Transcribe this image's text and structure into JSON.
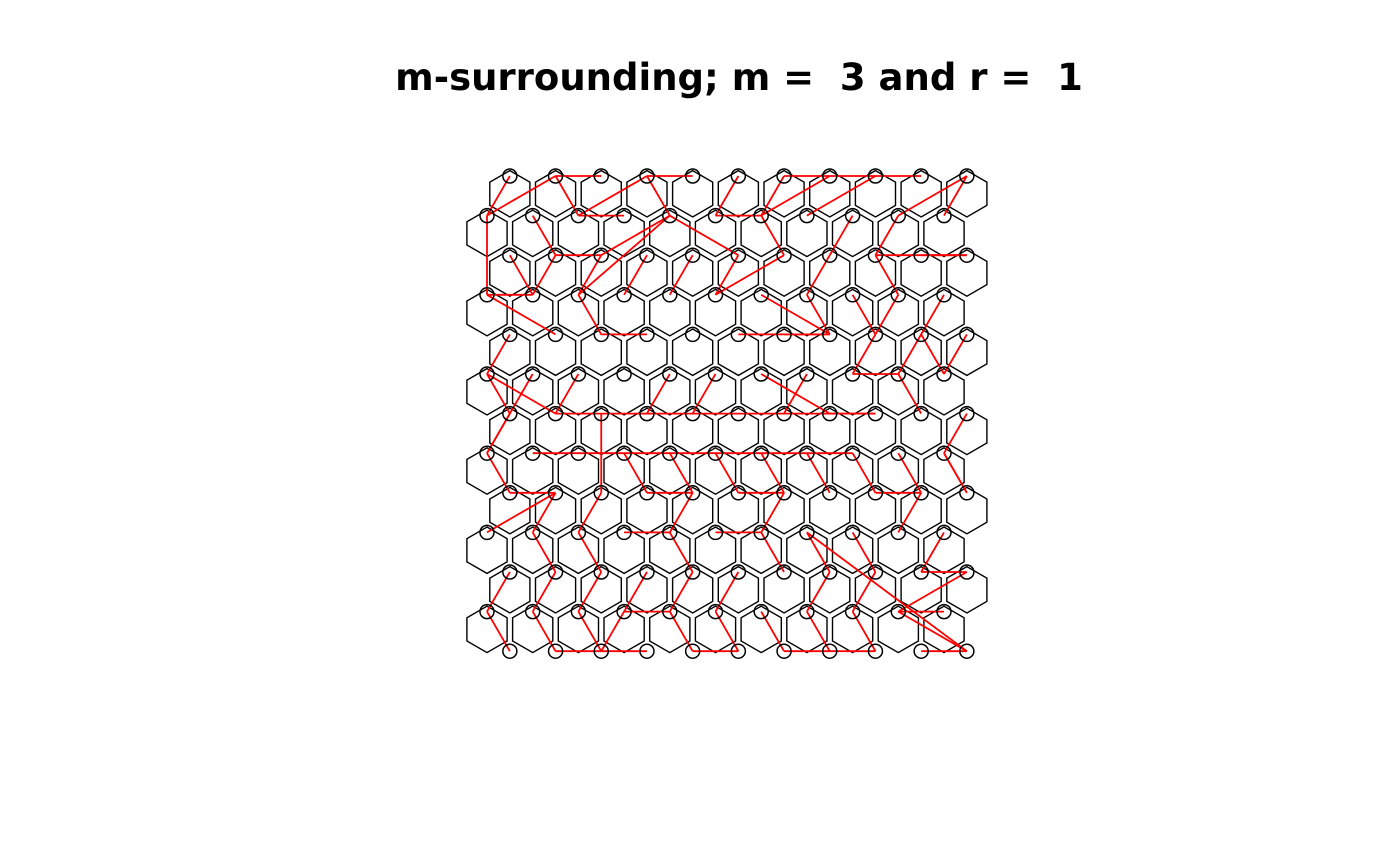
{
  "title": "m-surrounding; m =  3 and r =  1",
  "diagram": {
    "rows": 13,
    "cols": 11,
    "colors": {
      "hexagon": "#000000",
      "node": "#000000",
      "edge": "#ff0000"
    },
    "edges": [
      [
        [
          0,
          0
        ],
        [
          1,
          0
        ]
      ],
      [
        [
          0,
          1
        ],
        [
          1,
          0
        ]
      ],
      [
        [
          0,
          1
        ],
        [
          0,
          2
        ]
      ],
      [
        [
          0,
          1
        ],
        [
          1,
          2
        ]
      ],
      [
        [
          0,
          3
        ],
        [
          1,
          2
        ]
      ],
      [
        [
          0,
          3
        ],
        [
          0,
          4
        ]
      ],
      [
        [
          0,
          3
        ],
        [
          1,
          4
        ]
      ],
      [
        [
          0,
          5
        ],
        [
          1,
          5
        ]
      ],
      [
        [
          0,
          6
        ],
        [
          1,
          6
        ]
      ],
      [
        [
          0,
          7
        ],
        [
          1,
          6
        ]
      ],
      [
        [
          0,
          8
        ],
        [
          1,
          7
        ]
      ],
      [
        [
          0,
          6
        ],
        [
          0,
          9
        ]
      ],
      [
        [
          0,
          10
        ],
        [
          1,
          9
        ]
      ],
      [
        [
          0,
          10
        ],
        [
          1,
          10
        ]
      ],
      [
        [
          1,
          1
        ],
        [
          2,
          1
        ]
      ],
      [
        [
          1,
          2
        ],
        [
          1,
          3
        ]
      ],
      [
        [
          1,
          4
        ],
        [
          2,
          2
        ]
      ],
      [
        [
          1,
          4
        ],
        [
          3,
          2
        ]
      ],
      [
        [
          1,
          4
        ],
        [
          2,
          5
        ]
      ],
      [
        [
          1,
          5
        ],
        [
          1,
          6
        ]
      ],
      [
        [
          1,
          6
        ],
        [
          2,
          6
        ]
      ],
      [
        [
          1,
          8
        ],
        [
          2,
          7
        ]
      ],
      [
        [
          1,
          9
        ],
        [
          2,
          8
        ]
      ],
      [
        [
          1,
          0
        ],
        [
          3,
          0
        ]
      ],
      [
        [
          2,
          0
        ],
        [
          3,
          1
        ]
      ],
      [
        [
          2,
          1
        ],
        [
          3,
          1
        ]
      ],
      [
        [
          2,
          1
        ],
        [
          2,
          2
        ]
      ],
      [
        [
          2,
          2
        ],
        [
          3,
          2
        ]
      ],
      [
        [
          2,
          3
        ],
        [
          3,
          3
        ]
      ],
      [
        [
          2,
          4
        ],
        [
          3,
          4
        ]
      ],
      [
        [
          2,
          5
        ],
        [
          3,
          5
        ]
      ],
      [
        [
          2,
          6
        ],
        [
          3,
          5
        ]
      ],
      [
        [
          2,
          7
        ],
        [
          3,
          7
        ]
      ],
      [
        [
          2,
          8
        ],
        [
          3,
          9
        ]
      ],
      [
        [
          2,
          8
        ],
        [
          2,
          10
        ]
      ],
      [
        [
          2,
          9
        ],
        [
          2,
          10
        ]
      ],
      [
        [
          3,
          0
        ],
        [
          3,
          1
        ]
      ],
      [
        [
          3,
          0
        ],
        [
          4,
          1
        ]
      ],
      [
        [
          3,
          2
        ],
        [
          4,
          2
        ]
      ],
      [
        [
          3,
          6
        ],
        [
          4,
          7
        ]
      ],
      [
        [
          3,
          7
        ],
        [
          4,
          7
        ]
      ],
      [
        [
          3,
          8
        ],
        [
          4,
          8
        ]
      ],
      [
        [
          3,
          9
        ],
        [
          4,
          8
        ]
      ],
      [
        [
          3,
          10
        ],
        [
          5,
          9
        ]
      ],
      [
        [
          4,
          0
        ],
        [
          5,
          0
        ]
      ],
      [
        [
          4,
          2
        ],
        [
          4,
          3
        ]
      ],
      [
        [
          4,
          5
        ],
        [
          4,
          7
        ]
      ],
      [
        [
          4,
          6
        ],
        [
          4,
          7
        ]
      ],
      [
        [
          4,
          8
        ],
        [
          5,
          8
        ]
      ],
      [
        [
          4,
          9
        ],
        [
          5,
          10
        ]
      ],
      [
        [
          4,
          10
        ],
        [
          5,
          10
        ]
      ],
      [
        [
          5,
          0
        ],
        [
          6,
          1
        ]
      ],
      [
        [
          5,
          0
        ],
        [
          6,
          0
        ]
      ],
      [
        [
          5,
          1
        ],
        [
          7,
          0
        ]
      ],
      [
        [
          5,
          2
        ],
        [
          6,
          1
        ]
      ],
      [
        [
          5,
          4
        ],
        [
          6,
          3
        ]
      ],
      [
        [
          5,
          5
        ],
        [
          6,
          4
        ]
      ],
      [
        [
          5,
          6
        ],
        [
          6,
          7
        ]
      ],
      [
        [
          5,
          7
        ],
        [
          6,
          6
        ]
      ],
      [
        [
          5,
          8
        ],
        [
          5,
          9
        ]
      ],
      [
        [
          5,
          9
        ],
        [
          6,
          9
        ]
      ],
      [
        [
          6,
          0
        ],
        [
          7,
          0
        ]
      ],
      [
        [
          6,
          1
        ],
        [
          6,
          8
        ]
      ],
      [
        [
          6,
          7
        ],
        [
          6,
          8
        ]
      ],
      [
        [
          6,
          10
        ],
        [
          7,
          10
        ]
      ],
      [
        [
          6,
          2
        ],
        [
          8,
          2
        ]
      ],
      [
        [
          7,
          0
        ],
        [
          8,
          0
        ]
      ],
      [
        [
          7,
          1
        ],
        [
          7,
          8
        ]
      ],
      [
        [
          7,
          3
        ],
        [
          8,
          3
        ]
      ],
      [
        [
          7,
          4
        ],
        [
          8,
          4
        ]
      ],
      [
        [
          7,
          5
        ],
        [
          8,
          5
        ]
      ],
      [
        [
          7,
          6
        ],
        [
          8,
          6
        ]
      ],
      [
        [
          7,
          7
        ],
        [
          8,
          7
        ]
      ],
      [
        [
          7,
          8
        ],
        [
          8,
          8
        ]
      ],
      [
        [
          7,
          9
        ],
        [
          8,
          9
        ]
      ],
      [
        [
          7,
          10
        ],
        [
          8,
          10
        ]
      ],
      [
        [
          8,
          0
        ],
        [
          8,
          1
        ]
      ],
      [
        [
          8,
          1
        ],
        [
          9,
          1
        ]
      ],
      [
        [
          8,
          1
        ],
        [
          9,
          0
        ]
      ],
      [
        [
          8,
          2
        ],
        [
          9,
          2
        ]
      ],
      [
        [
          8,
          3
        ],
        [
          8,
          4
        ]
      ],
      [
        [
          8,
          4
        ],
        [
          9,
          4
        ]
      ],
      [
        [
          8,
          5
        ],
        [
          8,
          6
        ]
      ],
      [
        [
          8,
          6
        ],
        [
          9,
          6
        ]
      ],
      [
        [
          8,
          8
        ],
        [
          8,
          9
        ]
      ],
      [
        [
          8,
          9
        ],
        [
          9,
          9
        ]
      ],
      [
        [
          8,
          10
        ],
        [
          7,
          10
        ]
      ],
      [
        [
          9,
          1
        ],
        [
          10,
          1
        ]
      ],
      [
        [
          9,
          2
        ],
        [
          10,
          2
        ]
      ],
      [
        [
          9,
          3
        ],
        [
          9,
          4
        ]
      ],
      [
        [
          9,
          4
        ],
        [
          10,
          4
        ]
      ],
      [
        [
          9,
          5
        ],
        [
          9,
          6
        ]
      ],
      [
        [
          9,
          6
        ],
        [
          10,
          6
        ]
      ],
      [
        [
          9,
          7
        ],
        [
          10,
          7
        ]
      ],
      [
        [
          9,
          8
        ],
        [
          10,
          8
        ]
      ],
      [
        [
          9,
          10
        ],
        [
          10,
          9
        ]
      ],
      [
        [
          10,
          0
        ],
        [
          11,
          0
        ]
      ],
      [
        [
          10,
          1
        ],
        [
          11,
          1
        ]
      ],
      [
        [
          10,
          2
        ],
        [
          11,
          2
        ]
      ],
      [
        [
          10,
          3
        ],
        [
          11,
          3
        ]
      ],
      [
        [
          10,
          4
        ],
        [
          11,
          4
        ]
      ],
      [
        [
          10,
          5
        ],
        [
          11,
          5
        ]
      ],
      [
        [
          10,
          7
        ],
        [
          11,
          7
        ]
      ],
      [
        [
          10,
          8
        ],
        [
          11,
          8
        ]
      ],
      [
        [
          10,
          9
        ],
        [
          10,
          10
        ]
      ],
      [
        [
          10,
          10
        ],
        [
          11,
          9
        ]
      ],
      [
        [
          11,
          0
        ],
        [
          12,
          0
        ]
      ],
      [
        [
          11,
          1
        ],
        [
          12,
          1
        ]
      ],
      [
        [
          11,
          2
        ],
        [
          12,
          2
        ]
      ],
      [
        [
          11,
          3
        ],
        [
          12,
          2
        ]
      ],
      [
        [
          11,
          3
        ],
        [
          11,
          4
        ]
      ],
      [
        [
          11,
          4
        ],
        [
          12,
          4
        ]
      ],
      [
        [
          11,
          5
        ],
        [
          12,
          5
        ]
      ],
      [
        [
          11,
          6
        ],
        [
          12,
          6
        ]
      ],
      [
        [
          11,
          7
        ],
        [
          12,
          7
        ]
      ],
      [
        [
          11,
          8
        ],
        [
          12,
          8
        ]
      ],
      [
        [
          11,
          9
        ],
        [
          12,
          10
        ]
      ],
      [
        [
          11,
          10
        ],
        [
          11,
          9
        ]
      ],
      [
        [
          12,
          1
        ],
        [
          12,
          2
        ]
      ],
      [
        [
          12,
          2
        ],
        [
          12,
          3
        ]
      ],
      [
        [
          12,
          4
        ],
        [
          12,
          5
        ]
      ],
      [
        [
          12,
          6
        ],
        [
          12,
          7
        ]
      ],
      [
        [
          12,
          7
        ],
        [
          12,
          8
        ]
      ],
      [
        [
          12,
          9
        ],
        [
          12,
          10
        ]
      ],
      [
        [
          9,
          7
        ],
        [
          12,
          10
        ]
      ]
    ]
  }
}
